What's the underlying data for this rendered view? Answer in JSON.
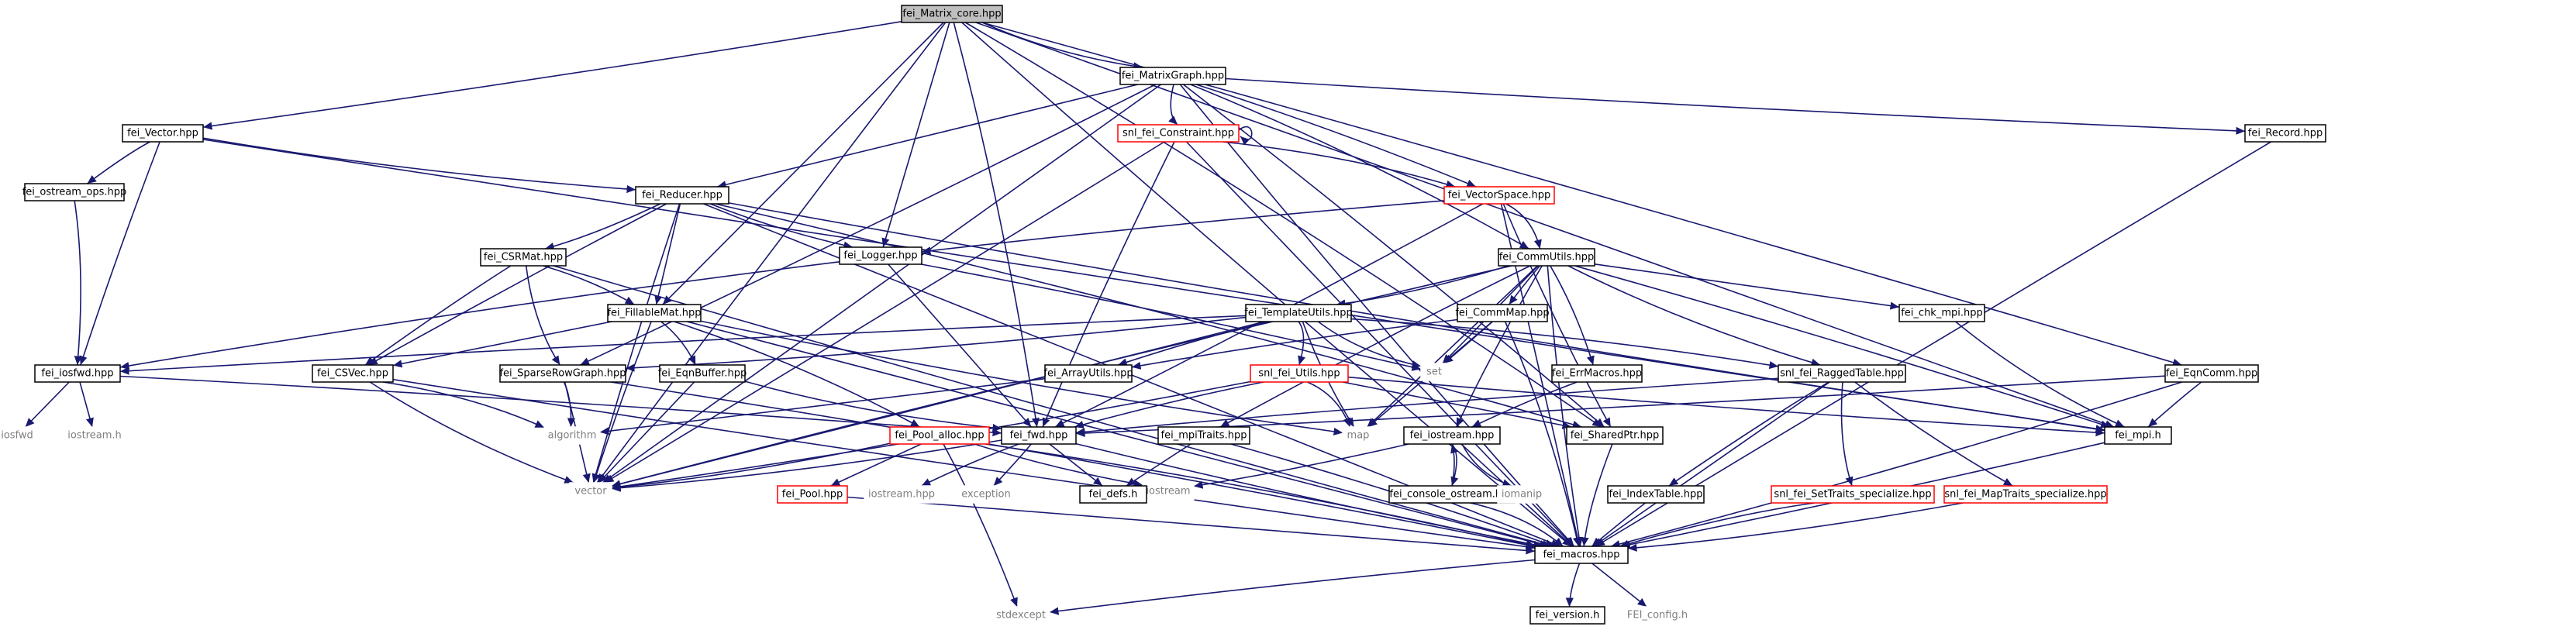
{
  "colors": {
    "edge": "#191970",
    "node_border_normal": "#000000",
    "node_border_red": "#ff0000",
    "node_border_gray": "#bfbfbf",
    "root_fill": "#bfbfbf",
    "text_normal": "#000000",
    "text_gray": "#7f7f7f"
  },
  "nodes": {
    "fei_Matrix_core": {
      "label": "fei_Matrix_core.hpp",
      "kind": "root"
    },
    "fei_MatrixGraph": {
      "label": "fei_MatrixGraph.hpp",
      "kind": "normal"
    },
    "fei_Vector": {
      "label": "fei_Vector.hpp",
      "kind": "normal"
    },
    "snl_fei_Constraint": {
      "label": "snl_fei_Constraint.hpp",
      "kind": "red"
    },
    "fei_Record": {
      "label": "fei_Record.hpp",
      "kind": "normal"
    },
    "fei_ostream_ops": {
      "label": "fei_ostream_ops.hpp",
      "kind": "normal"
    },
    "fei_Reducer": {
      "label": "fei_Reducer.hpp",
      "kind": "normal"
    },
    "fei_VectorSpace": {
      "label": "fei_VectorSpace.hpp",
      "kind": "red"
    },
    "fei_CSRMat": {
      "label": "fei_CSRMat.hpp",
      "kind": "normal"
    },
    "fei_Logger": {
      "label": "fei_Logger.hpp",
      "kind": "normal"
    },
    "fei_CommUtils": {
      "label": "fei_CommUtils.hpp",
      "kind": "normal"
    },
    "fei_FillableMat": {
      "label": "fei_FillableMat.hpp",
      "kind": "normal"
    },
    "fei_TemplateUtils": {
      "label": "fei_TemplateUtils.hpp",
      "kind": "normal"
    },
    "fei_CommMap": {
      "label": "fei_CommMap.hpp",
      "kind": "normal"
    },
    "fei_chk_mpi": {
      "label": "fei_chk_mpi.hpp",
      "kind": "normal"
    },
    "fei_iosfwd": {
      "label": "fei_iosfwd.hpp",
      "kind": "normal"
    },
    "fei_CSVec": {
      "label": "fei_CSVec.hpp",
      "kind": "normal"
    },
    "fei_SparseRowGraph": {
      "label": "fei_SparseRowGraph.hpp",
      "kind": "normal"
    },
    "fei_EqnBuffer": {
      "label": "fei_EqnBuffer.hpp",
      "kind": "normal"
    },
    "fei_ArrayUtils": {
      "label": "fei_ArrayUtils.hpp",
      "kind": "normal"
    },
    "snl_fei_Utils": {
      "label": "snl_fei_Utils.hpp",
      "kind": "red"
    },
    "fei_ErrMacros": {
      "label": "fei_ErrMacros.hpp",
      "kind": "normal"
    },
    "snl_fei_RaggedTable": {
      "label": "snl_fei_RaggedTable.hpp",
      "kind": "normal"
    },
    "fei_EqnComm": {
      "label": "fei_EqnComm.hpp",
      "kind": "normal"
    },
    "set": {
      "label": "set",
      "kind": "gray"
    },
    "iosfwd": {
      "label": "iosfwd",
      "kind": "gray"
    },
    "iostream_h": {
      "label": "iostream.h",
      "kind": "gray"
    },
    "algorithm": {
      "label": "algorithm",
      "kind": "gray"
    },
    "fei_Pool_alloc": {
      "label": "fei_Pool_alloc.hpp",
      "kind": "red"
    },
    "fei_fwd": {
      "label": "fei_fwd.hpp",
      "kind": "normal"
    },
    "fei_mpiTraits": {
      "label": "fei_mpiTraits.hpp",
      "kind": "normal"
    },
    "map": {
      "label": "map",
      "kind": "gray"
    },
    "fei_iostream": {
      "label": "fei_iostream.hpp",
      "kind": "normal"
    },
    "fei_SharedPtr": {
      "label": "fei_SharedPtr.hpp",
      "kind": "normal"
    },
    "fei_mpi": {
      "label": "fei_mpi.h",
      "kind": "normal"
    },
    "vector": {
      "label": "vector",
      "kind": "gray"
    },
    "fei_Pool": {
      "label": "fei_Pool.hpp",
      "kind": "red"
    },
    "iostream_hpp": {
      "label": "iostream.hpp",
      "kind": "gray"
    },
    "exception": {
      "label": "exception",
      "kind": "gray"
    },
    "iostream": {
      "label": "iostream",
      "kind": "gray"
    },
    "fei_defs": {
      "label": "fei_defs.h",
      "kind": "normal"
    },
    "fei_console_ostream": {
      "label": "fei_console_ostream.hpp",
      "kind": "normal"
    },
    "iomanip": {
      "label": "iomanip",
      "kind": "gray"
    },
    "fei_IndexTable": {
      "label": "fei_IndexTable.hpp",
      "kind": "normal"
    },
    "snl_fei_SetTraits": {
      "label": "snl_fei_SetTraits_specialize.hpp",
      "kind": "red"
    },
    "snl_fei_MapTraits": {
      "label": "snl_fei_MapTraits_specialize.hpp",
      "kind": "red"
    },
    "fei_macros": {
      "label": "fei_macros.hpp",
      "kind": "normal"
    },
    "stdexcept": {
      "label": "stdexcept",
      "kind": "gray"
    },
    "fei_version": {
      "label": "fei_version.h",
      "kind": "normal"
    },
    "FEI_config": {
      "label": "FEI_config.h",
      "kind": "gray"
    }
  },
  "edges": [
    [
      "fei_Matrix_core",
      "fei_MatrixGraph"
    ],
    [
      "fei_Matrix_core",
      "fei_Vector"
    ],
    [
      "fei_Matrix_core",
      "fei_Logger"
    ],
    [
      "fei_Matrix_core",
      "fei_FillableMat"
    ],
    [
      "fei_Matrix_core",
      "fei_fwd"
    ],
    [
      "fei_Matrix_core",
      "vector"
    ],
    [
      "fei_Matrix_core",
      "fei_macros"
    ],
    [
      "fei_Matrix_core",
      "fei_mpi"
    ],
    [
      "fei_Matrix_core",
      "fei_EqnComm"
    ],
    [
      "fei_Matrix_core",
      "fei_SharedPtr"
    ],
    [
      "fei_MatrixGraph",
      "snl_fei_Constraint"
    ],
    [
      "fei_MatrixGraph",
      "fei_Record"
    ],
    [
      "fei_MatrixGraph",
      "fei_Reducer"
    ],
    [
      "fei_MatrixGraph",
      "fei_VectorSpace"
    ],
    [
      "fei_MatrixGraph",
      "fei_CommUtils"
    ],
    [
      "fei_MatrixGraph",
      "fei_SparseRowGraph"
    ],
    [
      "fei_MatrixGraph",
      "fei_macros"
    ],
    [
      "fei_MatrixGraph",
      "vector"
    ],
    [
      "fei_MatrixGraph",
      "fei_SharedPtr"
    ],
    [
      "fei_Vector",
      "fei_ostream_ops"
    ],
    [
      "fei_Vector",
      "fei_Reducer"
    ],
    [
      "fei_Vector",
      "fei_iosfwd"
    ],
    [
      "fei_Vector",
      "fei_mpi"
    ],
    [
      "snl_fei_Constraint",
      "snl_fei_Constraint"
    ],
    [
      "snl_fei_Constraint",
      "fei_VectorSpace"
    ],
    [
      "snl_fei_Constraint",
      "fei_fwd"
    ],
    [
      "snl_fei_Constraint",
      "vector"
    ],
    [
      "snl_fei_Constraint",
      "fei_macros"
    ],
    [
      "fei_Record",
      "fei_macros"
    ],
    [
      "fei_ostream_ops",
      "fei_iosfwd"
    ],
    [
      "fei_Reducer",
      "fei_CSRMat"
    ],
    [
      "fei_Reducer",
      "fei_Logger"
    ],
    [
      "fei_Reducer",
      "fei_FillableMat"
    ],
    [
      "fei_Reducer",
      "fei_CSVec"
    ],
    [
      "fei_Reducer",
      "fei_SharedPtr"
    ],
    [
      "fei_Reducer",
      "fei_mpi"
    ],
    [
      "fei_Reducer",
      "vector"
    ],
    [
      "fei_Reducer",
      "fei_macros"
    ],
    [
      "fei_VectorSpace",
      "fei_Logger"
    ],
    [
      "fei_VectorSpace",
      "fei_CommUtils"
    ],
    [
      "fei_VectorSpace",
      "fei_fwd"
    ],
    [
      "fei_VectorSpace",
      "fei_SharedPtr"
    ],
    [
      "fei_VectorSpace",
      "fei_macros"
    ],
    [
      "fei_CSRMat",
      "fei_FillableMat"
    ],
    [
      "fei_CSRMat",
      "fei_CSVec"
    ],
    [
      "fei_CSRMat",
      "fei_SparseRowGraph"
    ],
    [
      "fei_CSRMat",
      "fei_macros"
    ],
    [
      "fei_Logger",
      "fei_fwd"
    ],
    [
      "fei_Logger",
      "set"
    ],
    [
      "fei_Logger",
      "fei_iosfwd"
    ],
    [
      "fei_CommUtils",
      "fei_TemplateUtils"
    ],
    [
      "fei_CommUtils",
      "fei_CommMap"
    ],
    [
      "fei_CommUtils",
      "fei_chk_mpi"
    ],
    [
      "fei_CommUtils",
      "fei_ErrMacros"
    ],
    [
      "fei_CommUtils",
      "fei_mpiTraits"
    ],
    [
      "fei_CommUtils",
      "snl_fei_RaggedTable"
    ],
    [
      "fei_CommUtils",
      "set"
    ],
    [
      "fei_CommUtils",
      "map"
    ],
    [
      "fei_CommUtils",
      "fei_mpi"
    ],
    [
      "fei_CommUtils",
      "vector"
    ],
    [
      "fei_CommUtils",
      "fei_iostream"
    ],
    [
      "fei_CommUtils",
      "fei_macros"
    ],
    [
      "fei_FillableMat",
      "fei_CSVec"
    ],
    [
      "fei_FillableMat",
      "fei_EqnBuffer"
    ],
    [
      "fei_FillableMat",
      "fei_Pool_alloc"
    ],
    [
      "fei_FillableMat",
      "map"
    ],
    [
      "fei_FillableMat",
      "vector"
    ],
    [
      "fei_FillableMat",
      "fei_macros"
    ],
    [
      "fei_TemplateUtils",
      "fei_ArrayUtils"
    ],
    [
      "fei_TemplateUtils",
      "snl_fei_Utils"
    ],
    [
      "fei_TemplateUtils",
      "set"
    ],
    [
      "fei_TemplateUtils",
      "map"
    ],
    [
      "fei_TemplateUtils",
      "vector"
    ],
    [
      "fei_TemplateUtils",
      "fei_iosfwd"
    ],
    [
      "fei_TemplateUtils",
      "snl_fei_RaggedTable"
    ],
    [
      "fei_TemplateUtils",
      "fei_SparseRowGraph"
    ],
    [
      "fei_CommMap",
      "set"
    ],
    [
      "fei_CommMap",
      "map"
    ],
    [
      "fei_CommMap",
      "fei_ArrayUtils"
    ],
    [
      "fei_CommMap",
      "fei_macros"
    ],
    [
      "fei_chk_mpi",
      "fei_mpi"
    ],
    [
      "fei_iosfwd",
      "iosfwd"
    ],
    [
      "fei_iosfwd",
      "iostream_h"
    ],
    [
      "fei_iosfwd",
      "fei_fwd"
    ],
    [
      "fei_CSVec",
      "algorithm"
    ],
    [
      "fei_CSVec",
      "vector"
    ],
    [
      "fei_CSVec",
      "fei_macros"
    ],
    [
      "fei_SparseRowGraph",
      "vector"
    ],
    [
      "fei_SparseRowGraph",
      "algorithm"
    ],
    [
      "fei_SparseRowGraph",
      "fei_macros"
    ],
    [
      "fei_EqnBuffer",
      "fei_fwd"
    ],
    [
      "fei_EqnBuffer",
      "vector"
    ],
    [
      "fei_ArrayUtils",
      "algorithm"
    ],
    [
      "snl_fei_Utils",
      "fei_fwd"
    ],
    [
      "snl_fei_Utils",
      "map"
    ],
    [
      "snl_fei_Utils",
      "vector"
    ],
    [
      "snl_fei_Utils",
      "fei_mpi"
    ],
    [
      "snl_fei_Utils",
      "fei_SharedPtr"
    ],
    [
      "fei_ErrMacros",
      "fei_iostream"
    ],
    [
      "snl_fei_RaggedTable",
      "fei_IndexTable"
    ],
    [
      "snl_fei_RaggedTable",
      "snl_fei_SetTraits"
    ],
    [
      "snl_fei_RaggedTable",
      "snl_fei_MapTraits"
    ],
    [
      "snl_fei_RaggedTable",
      "fei_macros"
    ],
    [
      "snl_fei_RaggedTable",
      "fei_fwd"
    ],
    [
      "fei_EqnComm",
      "fei_mpi"
    ],
    [
      "fei_EqnComm",
      "fei_macros"
    ],
    [
      "fei_EqnComm",
      "fei_fwd"
    ],
    [
      "fei_Pool_alloc",
      "fei_Pool"
    ],
    [
      "fei_Pool_alloc",
      "stdexcept"
    ],
    [
      "fei_Pool_alloc",
      "fei_macros"
    ],
    [
      "fei_Pool_alloc",
      "vector"
    ],
    [
      "fei_Pool_alloc",
      "iostream"
    ],
    [
      "fei_fwd",
      "fei_defs"
    ],
    [
      "fei_fwd",
      "iostream_hpp"
    ],
    [
      "fei_fwd",
      "exception"
    ],
    [
      "fei_fwd",
      "vector"
    ],
    [
      "fei_fwd",
      "fei_macros"
    ],
    [
      "fei_mpiTraits",
      "fei_defs"
    ],
    [
      "fei_mpiTraits",
      "fei_macros"
    ],
    [
      "fei_iostream",
      "fei_console_ostream"
    ],
    [
      "fei_iostream",
      "iomanip"
    ],
    [
      "fei_iostream",
      "iostream"
    ],
    [
      "fei_iostream",
      "fei_macros"
    ],
    [
      "fei_console_ostream",
      "fei_iostream"
    ],
    [
      "fei_console_ostream",
      "fei_macros"
    ],
    [
      "fei_SharedPtr",
      "fei_macros"
    ],
    [
      "fei_mpi",
      "fei_macros"
    ],
    [
      "fei_Pool",
      "fei_macros"
    ],
    [
      "fei_IndexTable",
      "fei_macros"
    ],
    [
      "snl_fei_SetTraits",
      "fei_macros"
    ],
    [
      "snl_fei_MapTraits",
      "fei_macros"
    ],
    [
      "fei_macros",
      "fei_version"
    ],
    [
      "fei_macros",
      "FEI_config"
    ],
    [
      "fei_macros",
      "stdexcept"
    ]
  ]
}
